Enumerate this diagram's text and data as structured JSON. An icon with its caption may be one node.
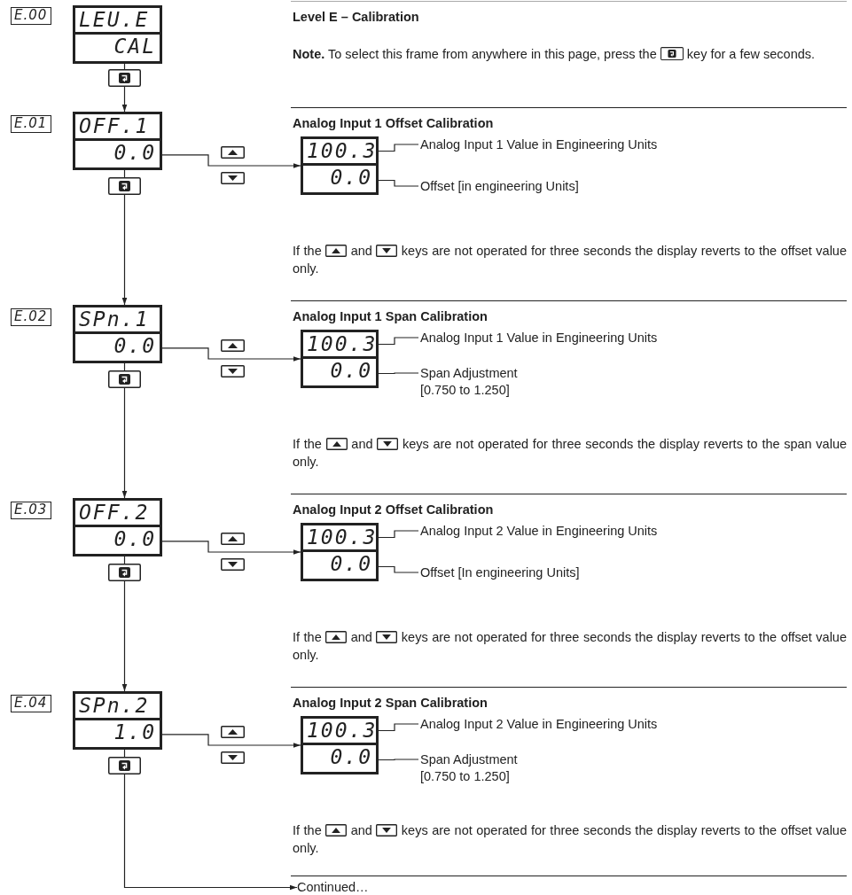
{
  "diagram": {
    "nodes": [
      {
        "text": [
          "E.00"
        ]
      },
      {
        "text": [
          "LEU.E",
          "CAL"
        ]
      },
      {
        "text": [],
        "shape": "box"
      },
      {
        "text": [
          "E.01"
        ]
      },
      {
        "text": [
          "OFF.1",
          "0.0"
        ]
      },
      {
        "text": [],
        "shape": "box"
      },
      {
        "text": [
          "100.3",
          "0.0"
        ]
      },
      {
        "text": [
          "Analog Input 1 Value in Engineering Units"
        ]
      },
      {
        "text": [
          "Offset [in engineering Units]"
        ]
      },
      {
        "text": [
          "E.02"
        ]
      },
      {
        "text": [
          "SPn.1",
          "0.0"
        ]
      },
      {
        "text": [],
        "shape": "box"
      },
      {
        "text": [
          "100.3",
          "0.0"
        ]
      },
      {
        "text": [
          "Analog Input 1 Value in Engineering Units"
        ]
      },
      {
        "text": [
          "Span Adjustment [0.750 to 1.250]"
        ]
      },
      {
        "text": [
          "E.03"
        ]
      },
      {
        "text": [
          "OFF.2",
          "0.0"
        ]
      },
      {
        "text": [],
        "shape": "box"
      },
      {
        "text": [
          "100.3",
          "0.0"
        ]
      },
      {
        "text": [
          "Analog Input 2 Value in Engineering Units"
        ]
      },
      {
        "text": [
          "Offset [In engineering Units]"
        ]
      },
      {
        "text": [
          "E.04"
        ]
      },
      {
        "text": [
          "SPn.2",
          "1.0"
        ]
      },
      {
        "text": [],
        "shape": "box"
      },
      {
        "text": [
          "100.3",
          "0.0"
        ]
      },
      {
        "text": [
          "Analog Input 2 Value in Engineering Units"
        ]
      },
      {
        "text": [
          "Span Adjustment [0.750 to 1.250]"
        ]
      },
      {
        "text": [
          "Continued…"
        ]
      }
    ],
    "edges": [
      {
        "from": 1,
        "to": 2,
        "arrow": "none"
      },
      {
        "from": 2,
        "to": 4,
        "arrow": "to"
      },
      {
        "from": 4,
        "to": 5,
        "arrow": "none"
      },
      {
        "from": 4,
        "to": 6,
        "arrow": "to"
      },
      {
        "from": 7,
        "to": 6,
        "arrow": "none"
      },
      {
        "from": 8,
        "to": 6,
        "arrow": "none"
      },
      {
        "from": 5,
        "to": 10,
        "arrow": "to"
      },
      {
        "from": 10,
        "to": 11,
        "arrow": "none"
      },
      {
        "from": 10,
        "to": 12,
        "arrow": "to"
      },
      {
        "from": 13,
        "to": 12,
        "arrow": "none"
      },
      {
        "from": 14,
        "to": 12,
        "arrow": "none"
      },
      {
        "from": 11,
        "to": 16,
        "arrow": "to"
      },
      {
        "from": 16,
        "to": 17,
        "arrow": "none"
      },
      {
        "from": 16,
        "to": 18,
        "arrow": "to"
      },
      {
        "from": 19,
        "to": 18,
        "arrow": "none"
      },
      {
        "from": 20,
        "to": 18,
        "arrow": "none"
      },
      {
        "from": 17,
        "to": 22,
        "arrow": "to"
      },
      {
        "from": 22,
        "to": 23,
        "arrow": "none"
      },
      {
        "from": 22,
        "to": 24,
        "arrow": "to"
      },
      {
        "from": 25,
        "to": 24,
        "arrow": "none"
      },
      {
        "from": 26,
        "to": 24,
        "arrow": "none"
      },
      {
        "from": 23,
        "to": 27,
        "arrow": "to"
      }
    ],
    "labels": [
      "Level E – Calibration",
      "**Note.** To select this frame from anywhere in this page, press the",
      "key for a few seconds.",
      "Analog Input 1 Offset Calibration",
      "If the",
      "and",
      "keys are not operated for three seconds the display reverts to the offset value only.",
      "Analog Input 1 Span Calibration",
      "If the",
      "and",
      "keys are not operated for three seconds the display reverts to the span value only.",
      "Analog Input 2 Offset Calibration",
      "If the",
      "and",
      "keys are not operated for three seconds the display reverts to the offset value only.",
      "Analog Input 2 Span Calibration",
      "If the",
      "and",
      "keys are not operated for three seconds the display reverts to the offset value only."
    ]
  }
}
